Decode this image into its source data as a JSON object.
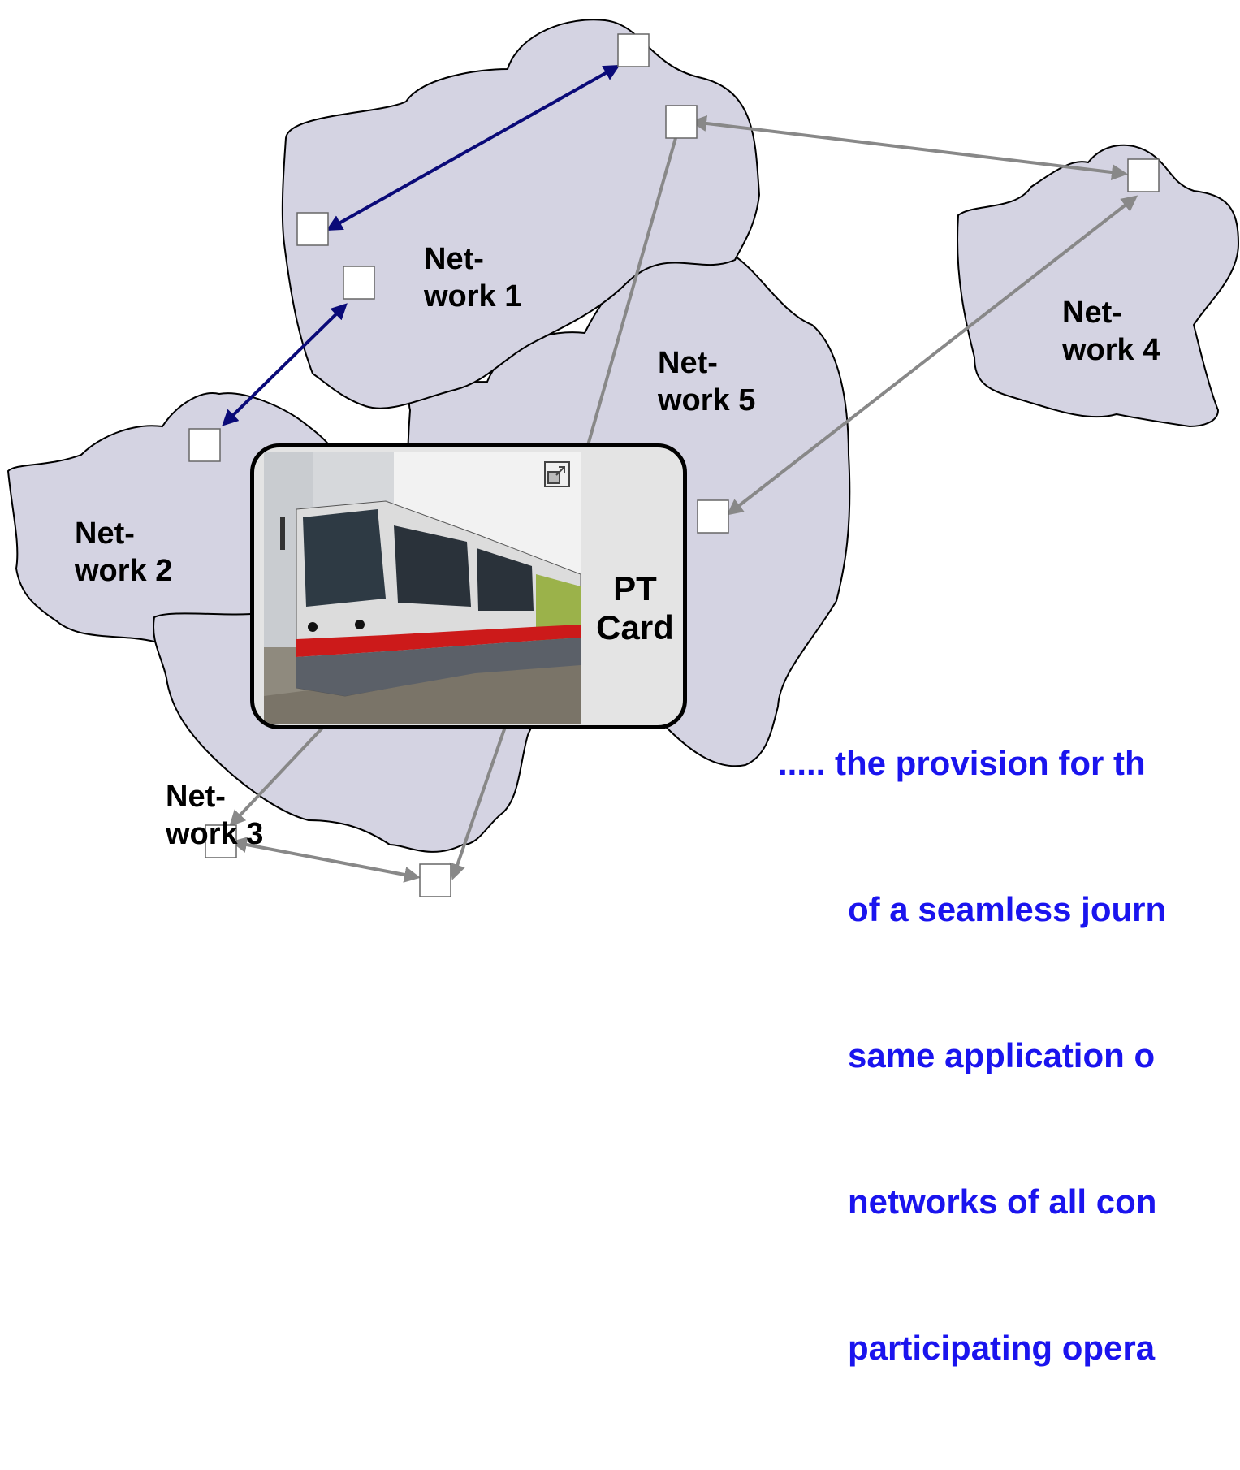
{
  "networks": [
    {
      "line1": "Net-",
      "line2": "work 1"
    },
    {
      "line1": "Net-",
      "line2": "work 2"
    },
    {
      "line1": "Net-",
      "line2": "work 3"
    },
    {
      "line1": "Net-",
      "line2": "work 4"
    },
    {
      "line1": "Net-",
      "line2": "work 5"
    }
  ],
  "card": {
    "line1": "PT",
    "line2": "Card"
  },
  "caption": [
    "..... the provision for th",
    "of a seamless journ",
    "same application o",
    "networks of all con",
    "participating opera"
  ],
  "colors": {
    "cloud_fill": "#d4d3e2",
    "cloud_stroke": "#000000",
    "arrow_internal": "#0a0a78",
    "arrow_cross": "#888888",
    "caption_text": "#1a14ee"
  }
}
